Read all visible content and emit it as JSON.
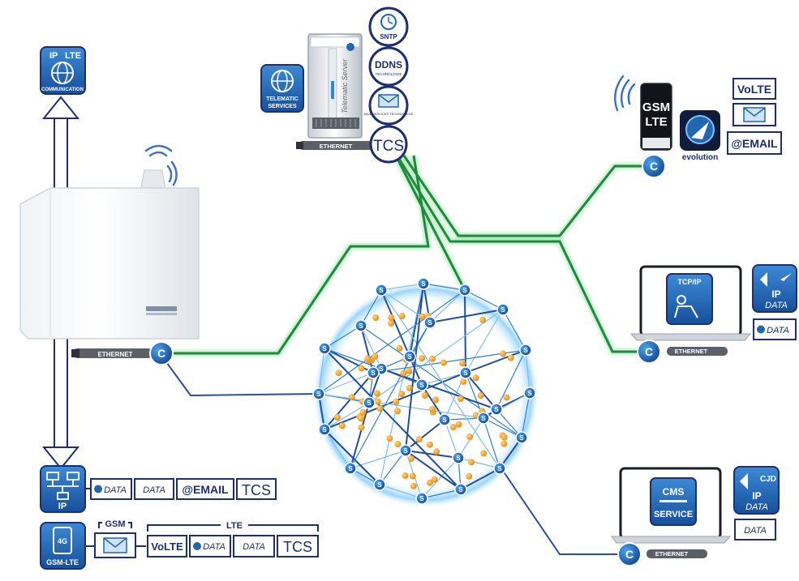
{
  "colors": {
    "navy": "#1d2f6e",
    "blue": "#2167b0",
    "lightblue": "#cfe4f6",
    "green": "#2aa14b",
    "orange": "#f5a623",
    "grey": "#6f7682"
  },
  "icons": {
    "ip_lte": {
      "line1a": "IP",
      "line1b": "LTE",
      "line2": "COMMUNICATION"
    },
    "ip_bus": {
      "label": "IP"
    },
    "gsm_lte_4g": {
      "top": "4G",
      "label": "GSM-LTE"
    }
  },
  "left_rows": {
    "ip_row": [
      "DATA",
      "DATA",
      "@EMAIL",
      "TCS"
    ],
    "gsm_group_label": "GSM",
    "lte_group_label": "LTE",
    "lte_row": [
      "VoLTE",
      "DATA",
      "DATA",
      "TCS"
    ]
  },
  "panel": {
    "ethernet_label": "ETHERNET",
    "connector_label": "C"
  },
  "server": {
    "vertical_label": "Telematic Server",
    "ethernet_label": "ETHERNET",
    "telematic_line1": "TELEMATIC",
    "telematic_line2": "SERVICES",
    "services": [
      {
        "label": "SNTP",
        "sub": ""
      },
      {
        "label": "DDNS",
        "sub": "TECHNOLOGIE"
      },
      {
        "label": "",
        "sub": "MAIL SERVICES TECHNOLOGIE"
      },
      {
        "label": "TCS",
        "sub": ""
      }
    ]
  },
  "mobile": {
    "phone_line1": "GSM",
    "phone_line2": "LTE",
    "app_label": "evolution",
    "badges": [
      "VoLTE",
      "",
      "@EMAIL"
    ],
    "connector_label": "C"
  },
  "tcpip_station": {
    "screen_line1": "TCP/IP",
    "ethernet_label": "ETHERNET",
    "connector_label": "C",
    "ip_icon_line1": "IP",
    "ip_icon_line2": "DATA",
    "data_badge": "DATA"
  },
  "cms_station": {
    "screen_line1": "CMS",
    "screen_line2": "SERVICE",
    "ethernet_label": "ETHERNET",
    "connector_label": "C",
    "cjd_label": "CJD",
    "ip_icon_line1": "IP",
    "ip_icon_line2": "DATA",
    "data_badge": "DATA"
  },
  "network": {
    "node_label": "S"
  }
}
